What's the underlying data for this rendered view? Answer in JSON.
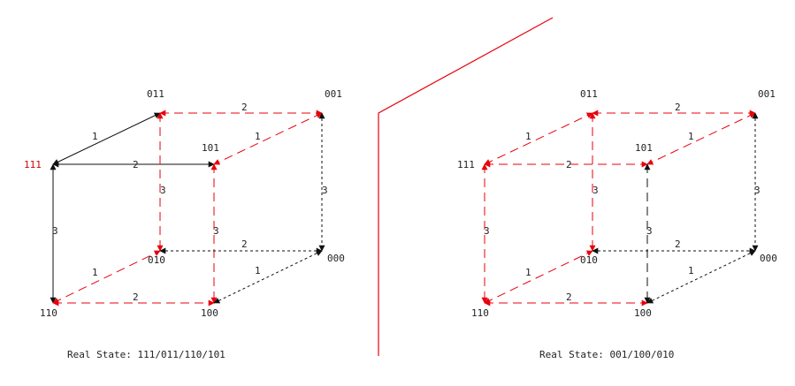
{
  "colors": {
    "red": "#e8000b",
    "black": "#111111",
    "highlight_red": "#d10000"
  },
  "left": {
    "caption": "Real State: 111/011/110/101",
    "nodes": [
      "111",
      "011",
      "001",
      "101",
      "010",
      "000",
      "110",
      "100"
    ],
    "highlighted_node": "111"
  },
  "right": {
    "caption": "Real State: 001/100/010",
    "nodes": [
      "111",
      "011",
      "001",
      "101",
      "010",
      "000",
      "110",
      "100"
    ]
  },
  "edge_labels": {
    "e111_011": "1",
    "e011_001": "2",
    "e001_101": "1",
    "e111_101": "2",
    "e111_110": "3",
    "e011_010": "3",
    "e101_100": "3",
    "e001_000": "3",
    "e010_000": "2",
    "e110_010": "1",
    "e100_000": "1",
    "e110_100": "2"
  }
}
